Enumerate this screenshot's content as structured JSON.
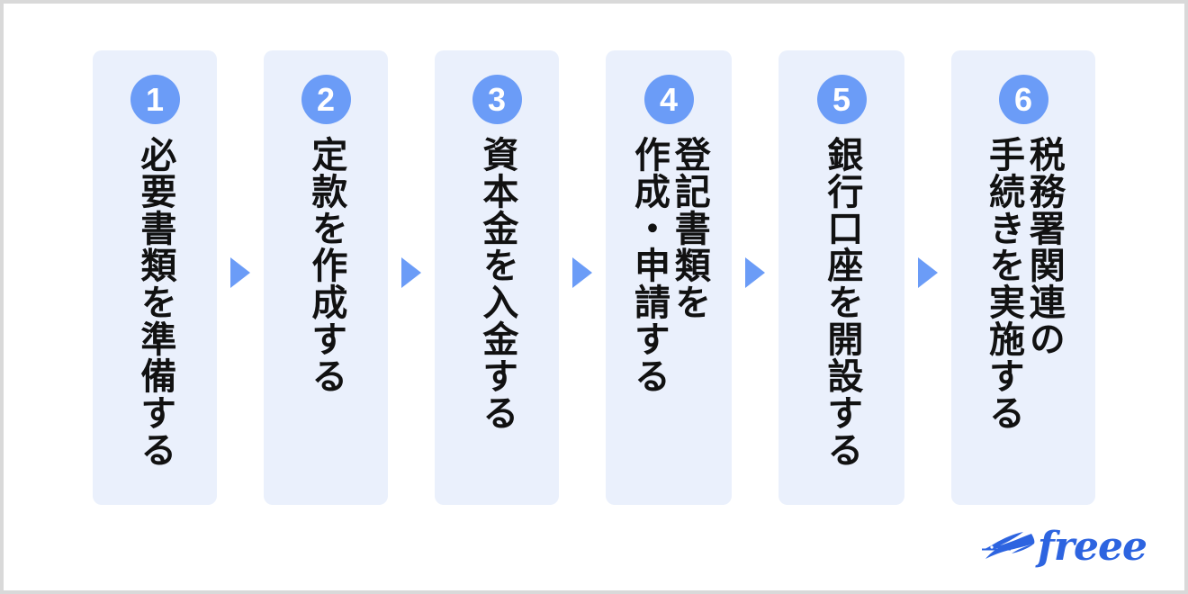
{
  "theme": {
    "page_background": "#d9d9d9",
    "canvas_background": "#ffffff",
    "card_background": "#eaf0fc",
    "badge_color": "#6b9cf7",
    "arrow_color": "#6b9cf7",
    "text_color": "#111111",
    "logo_color": "#2d64e0"
  },
  "diagram": {
    "type": "process-flow",
    "orientation": "horizontal",
    "text_direction": "vertical-rl",
    "step_count": 6,
    "steps": [
      {
        "number": "1",
        "text": "必要書類を準備する",
        "columns": [
          "必要書類を準備する"
        ],
        "width": "narrow"
      },
      {
        "number": "2",
        "text": "定款を作成する",
        "columns": [
          "定款を作成する"
        ],
        "width": "narrow"
      },
      {
        "number": "3",
        "text": "資本金を入金する",
        "columns": [
          "資本金を入金する"
        ],
        "width": "narrow"
      },
      {
        "number": "4",
        "text": "登記書類を作成・申請する",
        "columns": [
          "登記書類を",
          "作成・申請する"
        ],
        "width": "mid"
      },
      {
        "number": "5",
        "text": "銀行口座を開設する",
        "columns": [
          "銀行口座を開設する"
        ],
        "width": "mid"
      },
      {
        "number": "6",
        "text": "税務署関連の手続きを実施する",
        "columns": [
          "税務署関連の",
          "手続きを実施する"
        ],
        "width": "wide"
      }
    ],
    "separators": [
      "▶",
      "▶",
      "▶",
      "▶",
      "▶"
    ]
  },
  "logo": {
    "wordmark": "freee",
    "mark_name": "freee-swallow-mark"
  }
}
